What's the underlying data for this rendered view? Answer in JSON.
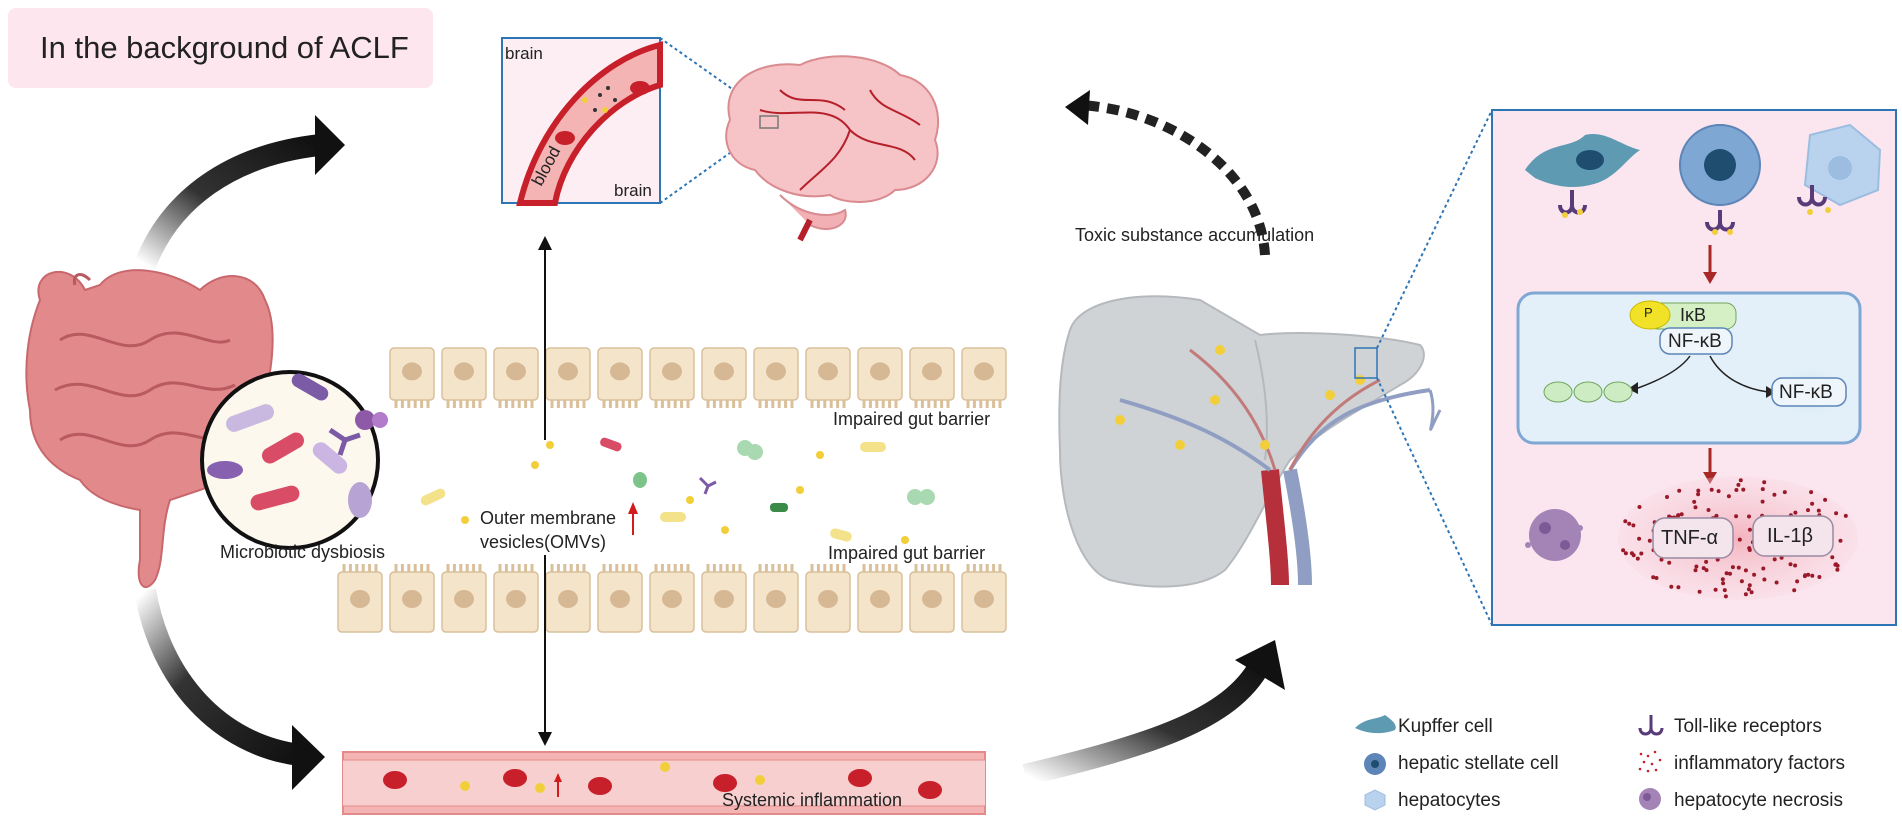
{
  "title": "In the background of ACLF",
  "labels": {
    "brain_top": "brain",
    "brain_bottom": "brain",
    "blood": "blood",
    "impaired_barrier_top": "Impaired gut barrier",
    "impaired_barrier_bottom": "Impaired gut barrier",
    "microbiotic": "Microbiotic dysbiosis",
    "omv_line1": "Outer membrane",
    "omv_line2": "vesicles(OMVs)",
    "systemic": "Systemic inflammation",
    "toxic": "Toxic substance accumulation"
  },
  "pathway": {
    "p": "P",
    "ikb": "IκB",
    "nfkb_complex": "NF-κB",
    "nfkb_free": "NF-κB",
    "tnf": "TNF-α",
    "il1b": "IL-1β"
  },
  "legend": [
    {
      "icon": "kupffer-cell-icon",
      "label": "Kupffer cell"
    },
    {
      "icon": "hepatic-stellate-cell-icon",
      "label": "hepatic stellate cell"
    },
    {
      "icon": "hepatocyte-icon",
      "label": "hepatocytes"
    },
    {
      "icon": "toll-like-receptor-icon",
      "label": "Toll-like receptors"
    },
    {
      "icon": "inflammatory-factors-icon",
      "label": "inflammatory factors"
    },
    {
      "icon": "hepatocyte-necrosis-icon",
      "label": "hepatocyte necrosis"
    }
  ],
  "colors": {
    "title_bg": "#fde6ee",
    "panel_bg": "#fbe6ef",
    "panel_border": "#2e75b6",
    "cell_fill": "#f4e4c9",
    "nucleus": "#d6b894",
    "vessel": "#f4b4b4",
    "rbc": "#c8202a",
    "liver": "#d0d3d6"
  }
}
